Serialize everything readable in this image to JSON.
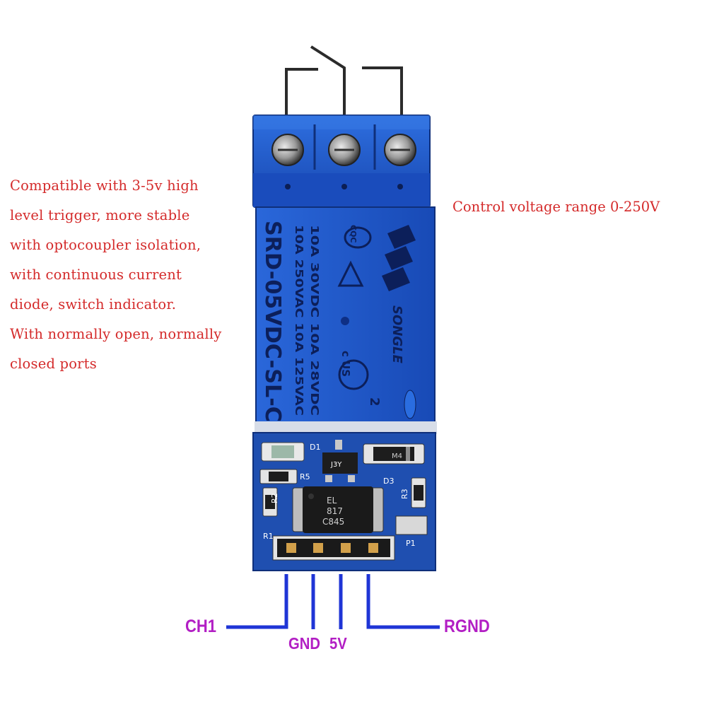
{
  "description_lines": [
    "Compatible with 3-5v high",
    "level trigger, more stable",
    "with optocoupler isolation,",
    "with continuous current",
    "diode, switch indicator.",
    "With normally open, normally",
    "closed ports"
  ],
  "control_voltage": "Control voltage range 0-250V",
  "pins": {
    "ch1": "CH1",
    "gnd": "GND",
    "v5": "5V",
    "rgnd": "RGND"
  },
  "relay": {
    "model": "SRD-05VDC-SL-C",
    "rating_col1": "10A 250VAC  10A 125VAC",
    "rating_col2": "10A  30VDC  10A  28VDC",
    "brand": "SONGLE",
    "cqc": "CQC",
    "ul": "c  US",
    "num": "2"
  },
  "pcb": {
    "d1": "D1",
    "d3": "D3",
    "r1": "R1",
    "r2": "R2",
    "r3": "R3",
    "r5": "R5",
    "p1": "P1",
    "j3y": "J3Y",
    "opto_line1": "EL",
    "opto_line2": "817",
    "opto_line3": "C845",
    "diode_code": "M4"
  },
  "colors": {
    "label_red": "#d42a2a",
    "pin_magenta": "#b21ec4",
    "wire_blue": "#1f35d6",
    "relay_blue": "#1d5bcf",
    "pcb_blue": "#1f4fb0",
    "terminal_blue": "#1f58d0"
  }
}
